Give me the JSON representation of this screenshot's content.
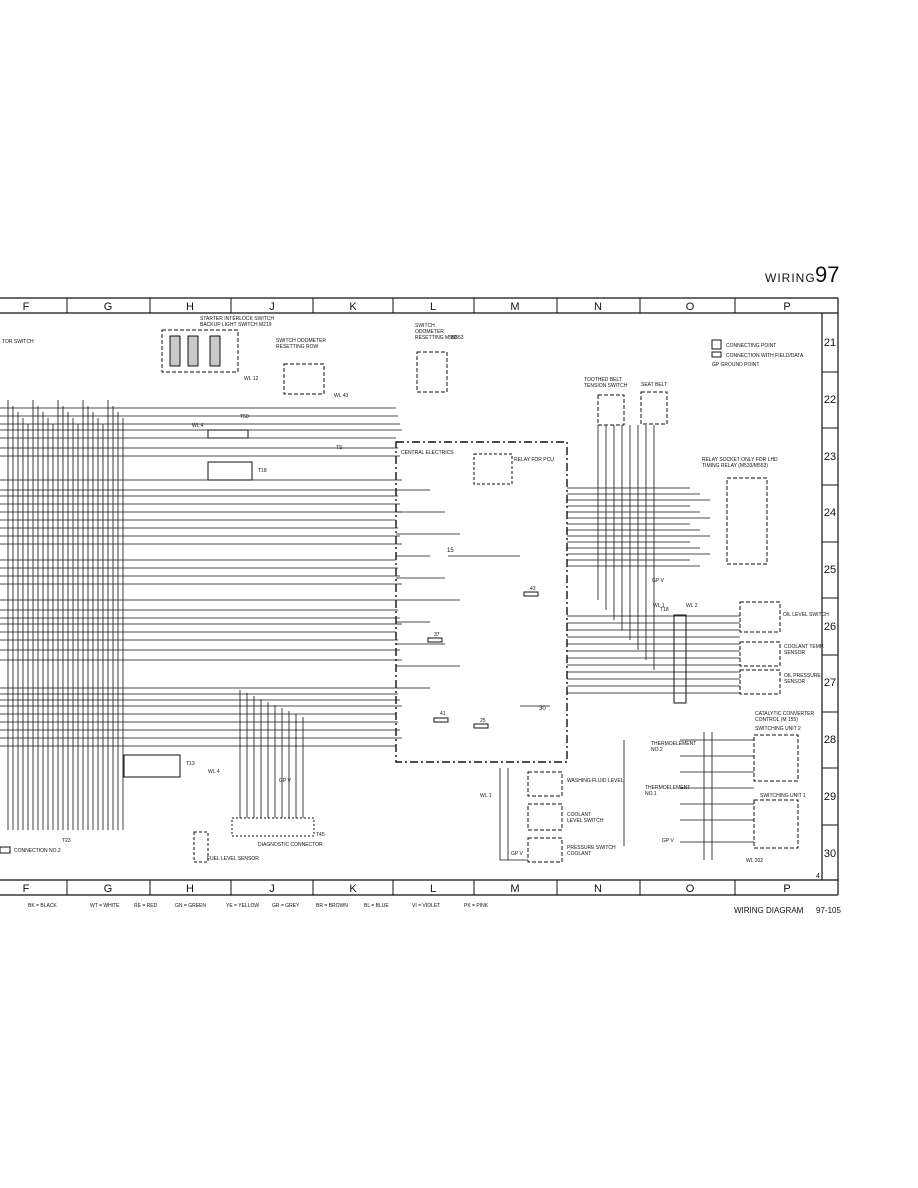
{
  "header": {
    "title": "WIRING",
    "page_number": "97"
  },
  "grid": {
    "columns": [
      "F",
      "G",
      "H",
      "J",
      "K",
      "L",
      "M",
      "N",
      "O",
      "P"
    ],
    "rows": [
      "21",
      "22",
      "23",
      "24",
      "25",
      "26",
      "27",
      "28",
      "29",
      "30"
    ]
  },
  "legend": {
    "connecting_point": "CONNECTING POINT",
    "connection_with_plug": "CONNECTION WITH FIELD/DATA",
    "ground_point": "GP   GROUND POINT"
  },
  "components": {
    "starter_interlock": [
      "STARTER INTERLOCK SWITCH",
      "BACKUP LIGHT SWITCH M219"
    ],
    "switch_odometer_reset": [
      "SWITCH ODOMETER",
      "RESETTING ROW"
    ],
    "switch_odometer_m553": [
      "SWITCH",
      "ODOMETER",
      "RESETTING    M553"
    ],
    "toothed_belt": [
      "TOOTHED BELT",
      "TENSION SWITCH"
    ],
    "seat_belt": "SEAT BELT",
    "relay_socket": [
      "RELAY SOCKET ONLY FOR LHD",
      "TIMING RELAY (M533/M553)"
    ],
    "central_electrics": "CENTRAL ELECTRICS",
    "relay_for_pcu": "RELAY FOR PCU",
    "oil_level_switch": "OIL LEVEL SWITCH",
    "coolant_temp_sensor": [
      "COOLANT TEMP.",
      "SENSOR"
    ],
    "oil_pressure_sensor": [
      "OIL PRESSURE",
      "SENSOR"
    ],
    "thermoelement_2": [
      "THERMOELEMENT",
      "NO.2"
    ],
    "thermoelement_1": [
      "THERMOELEMENT",
      "NO.1"
    ],
    "catalytic_converter": [
      "CATALYTIC CONVERTER",
      "CONTROL     (M 155)"
    ],
    "switching_unit_2": "SWITCHING UNIT 2",
    "switching_unit_1": "SWITCHING UNIT 1",
    "washing_fluid": "WASHING FLUID LEVEL",
    "coolant_level": [
      "COOLANT",
      "LEVEL SWITCH"
    ],
    "pressure_switch": [
      "PRESSURE SWITCH",
      "COOLANT"
    ],
    "diagnostic_connector": "DIAGNOSTIC CONNECTOR",
    "fuel_level_sensor": "FUEL LEVEL SENSOR",
    "connection_no2": "CONNECTION NO.2",
    "tor_switch": "TOR SWITCH",
    "t50": "T50",
    "t18": "T18",
    "t13": "T13",
    "t45": "T45",
    "t23": "T23",
    "ts": "TS",
    "gp_v": "GP V",
    "wl1": "WL 1",
    "wl2": "WL 2",
    "wl4": "WL 4",
    "wl202": "WL 202",
    "wl12": "WL 12",
    "wl43": "WL 43",
    "m553": "M553",
    "num_15": "15",
    "num_30": "30",
    "num_43": "43",
    "num_37": "37",
    "num_41": "41",
    "num_25": "25",
    "sheet_no": "4"
  },
  "color_legend": [
    "BK = BLACK",
    "WT = WHITE",
    "RE = RED",
    "GN = GREEN",
    "YE = YELLOW",
    "GR = GREY",
    "BR = BROWN",
    "BL = BLUE",
    "VI = VIOLET",
    "PK = PINK"
  ],
  "footer": {
    "title": "WIRING DIAGRAM",
    "page": "97-105"
  }
}
